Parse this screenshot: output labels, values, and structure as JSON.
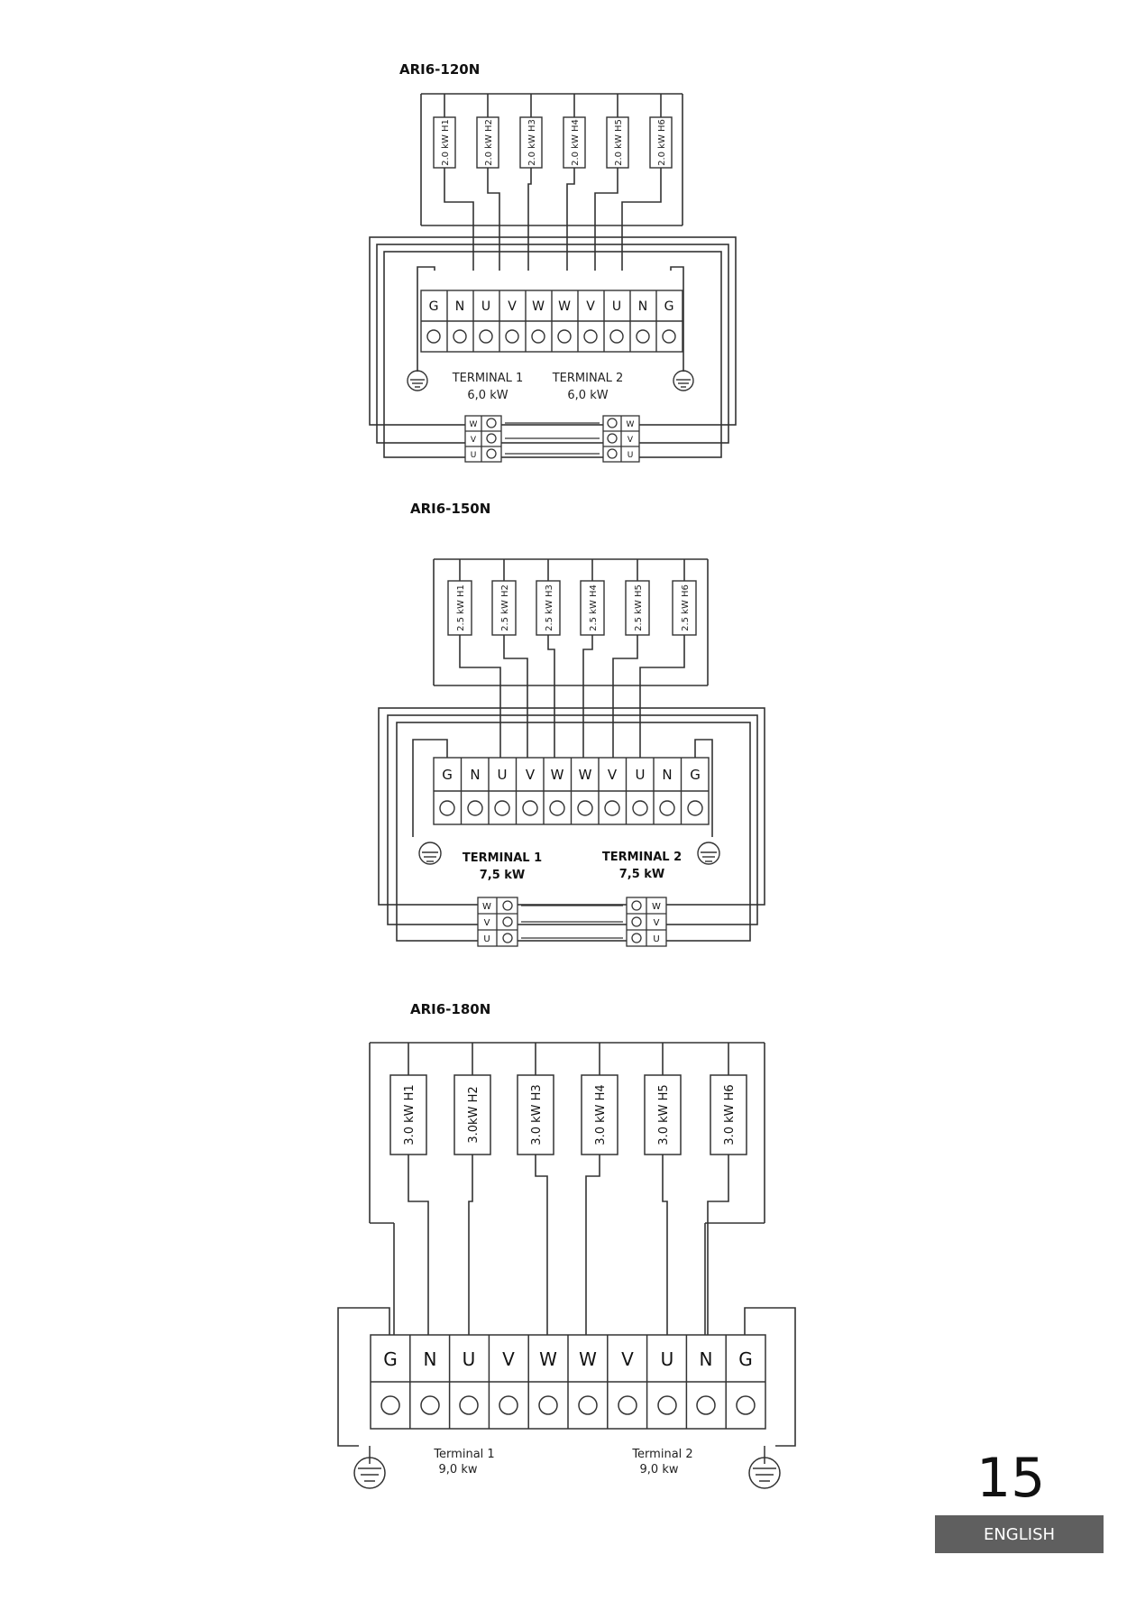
{
  "diagrams": [
    {
      "model": "ARI6-120N",
      "heaters": [
        {
          "power": "2.0 kW",
          "id": "H1"
        },
        {
          "power": "2.0 kW",
          "id": "H2"
        },
        {
          "power": "2.0 kW",
          "id": "H3"
        },
        {
          "power": "2.0 kW",
          "id": "H4"
        },
        {
          "power": "2.0 kW",
          "id": "H5"
        },
        {
          "power": "2.0 kW",
          "id": "H6"
        }
      ],
      "terminals": [
        "G",
        "N",
        "U",
        "V",
        "W",
        "W",
        "V",
        "U",
        "N",
        "G"
      ],
      "terminal1": {
        "label": "TERMINAL 1",
        "power": "6,0 kW"
      },
      "terminal2": {
        "label": "TERMINAL 2",
        "power": "6,0 kW"
      },
      "phases": [
        "W",
        "V",
        "U"
      ]
    },
    {
      "model": "ARI6-150N",
      "heaters": [
        {
          "power": "2.5 kW",
          "id": "H1"
        },
        {
          "power": "2.5 kW",
          "id": "H2"
        },
        {
          "power": "2.5 kW",
          "id": "H3"
        },
        {
          "power": "2.5 kW",
          "id": "H4"
        },
        {
          "power": "2.5 kW",
          "id": "H5"
        },
        {
          "power": "2.5 kW",
          "id": "H6"
        }
      ],
      "terminals": [
        "G",
        "N",
        "U",
        "V",
        "W",
        "W",
        "V",
        "U",
        "N",
        "G"
      ],
      "terminal1": {
        "label": "TERMINAL 1",
        "power": "7,5 kW"
      },
      "terminal2": {
        "label": "TERMINAL 2",
        "power": "7,5 kW"
      },
      "phases": [
        "W",
        "V",
        "U"
      ]
    },
    {
      "model": "ARI6-180N",
      "heaters": [
        {
          "power": "3.0 kW",
          "id": "H1"
        },
        {
          "power": "3.0kW",
          "id": "H2"
        },
        {
          "power": "3.0 kW",
          "id": "H3"
        },
        {
          "power": "3.0 kW",
          "id": "H4"
        },
        {
          "power": "3.0 kW",
          "id": "H5"
        },
        {
          "power": "3.0 kW",
          "id": "H6"
        }
      ],
      "terminals": [
        "G",
        "N",
        "U",
        "V",
        "W",
        "W",
        "V",
        "U",
        "N",
        "G"
      ],
      "terminal1": {
        "label": "Terminal 1",
        "power": "9,0 kw"
      },
      "terminal2": {
        "label": "Terminal 2",
        "power": "9,0 kw"
      }
    }
  ],
  "page_number": "15",
  "language": "ENGLISH"
}
